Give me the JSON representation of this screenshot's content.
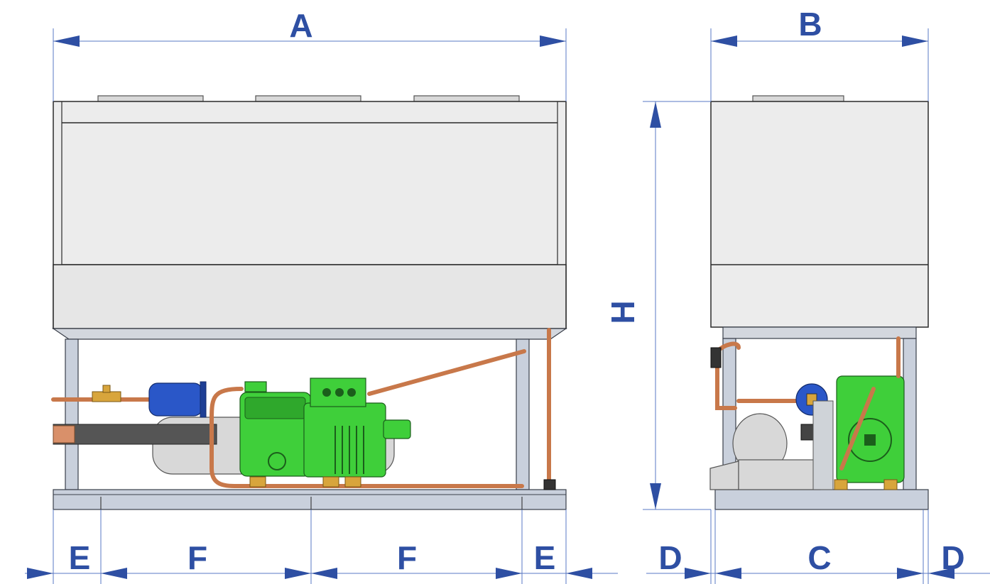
{
  "dimension_labels": {
    "A": "A",
    "B": "B",
    "H": "H",
    "C": "C",
    "D_left": "D",
    "D_right": "D",
    "E_left": "E",
    "E_right": "E",
    "F_left": "F",
    "F_right": "F"
  },
  "colors": {
    "dimension": "#2e4fa3",
    "compressor": "#3fcf3a",
    "receiver_drier": "#2a57c8",
    "copper_pipe": "#c8784a",
    "frame": "#c9d0dc"
  }
}
